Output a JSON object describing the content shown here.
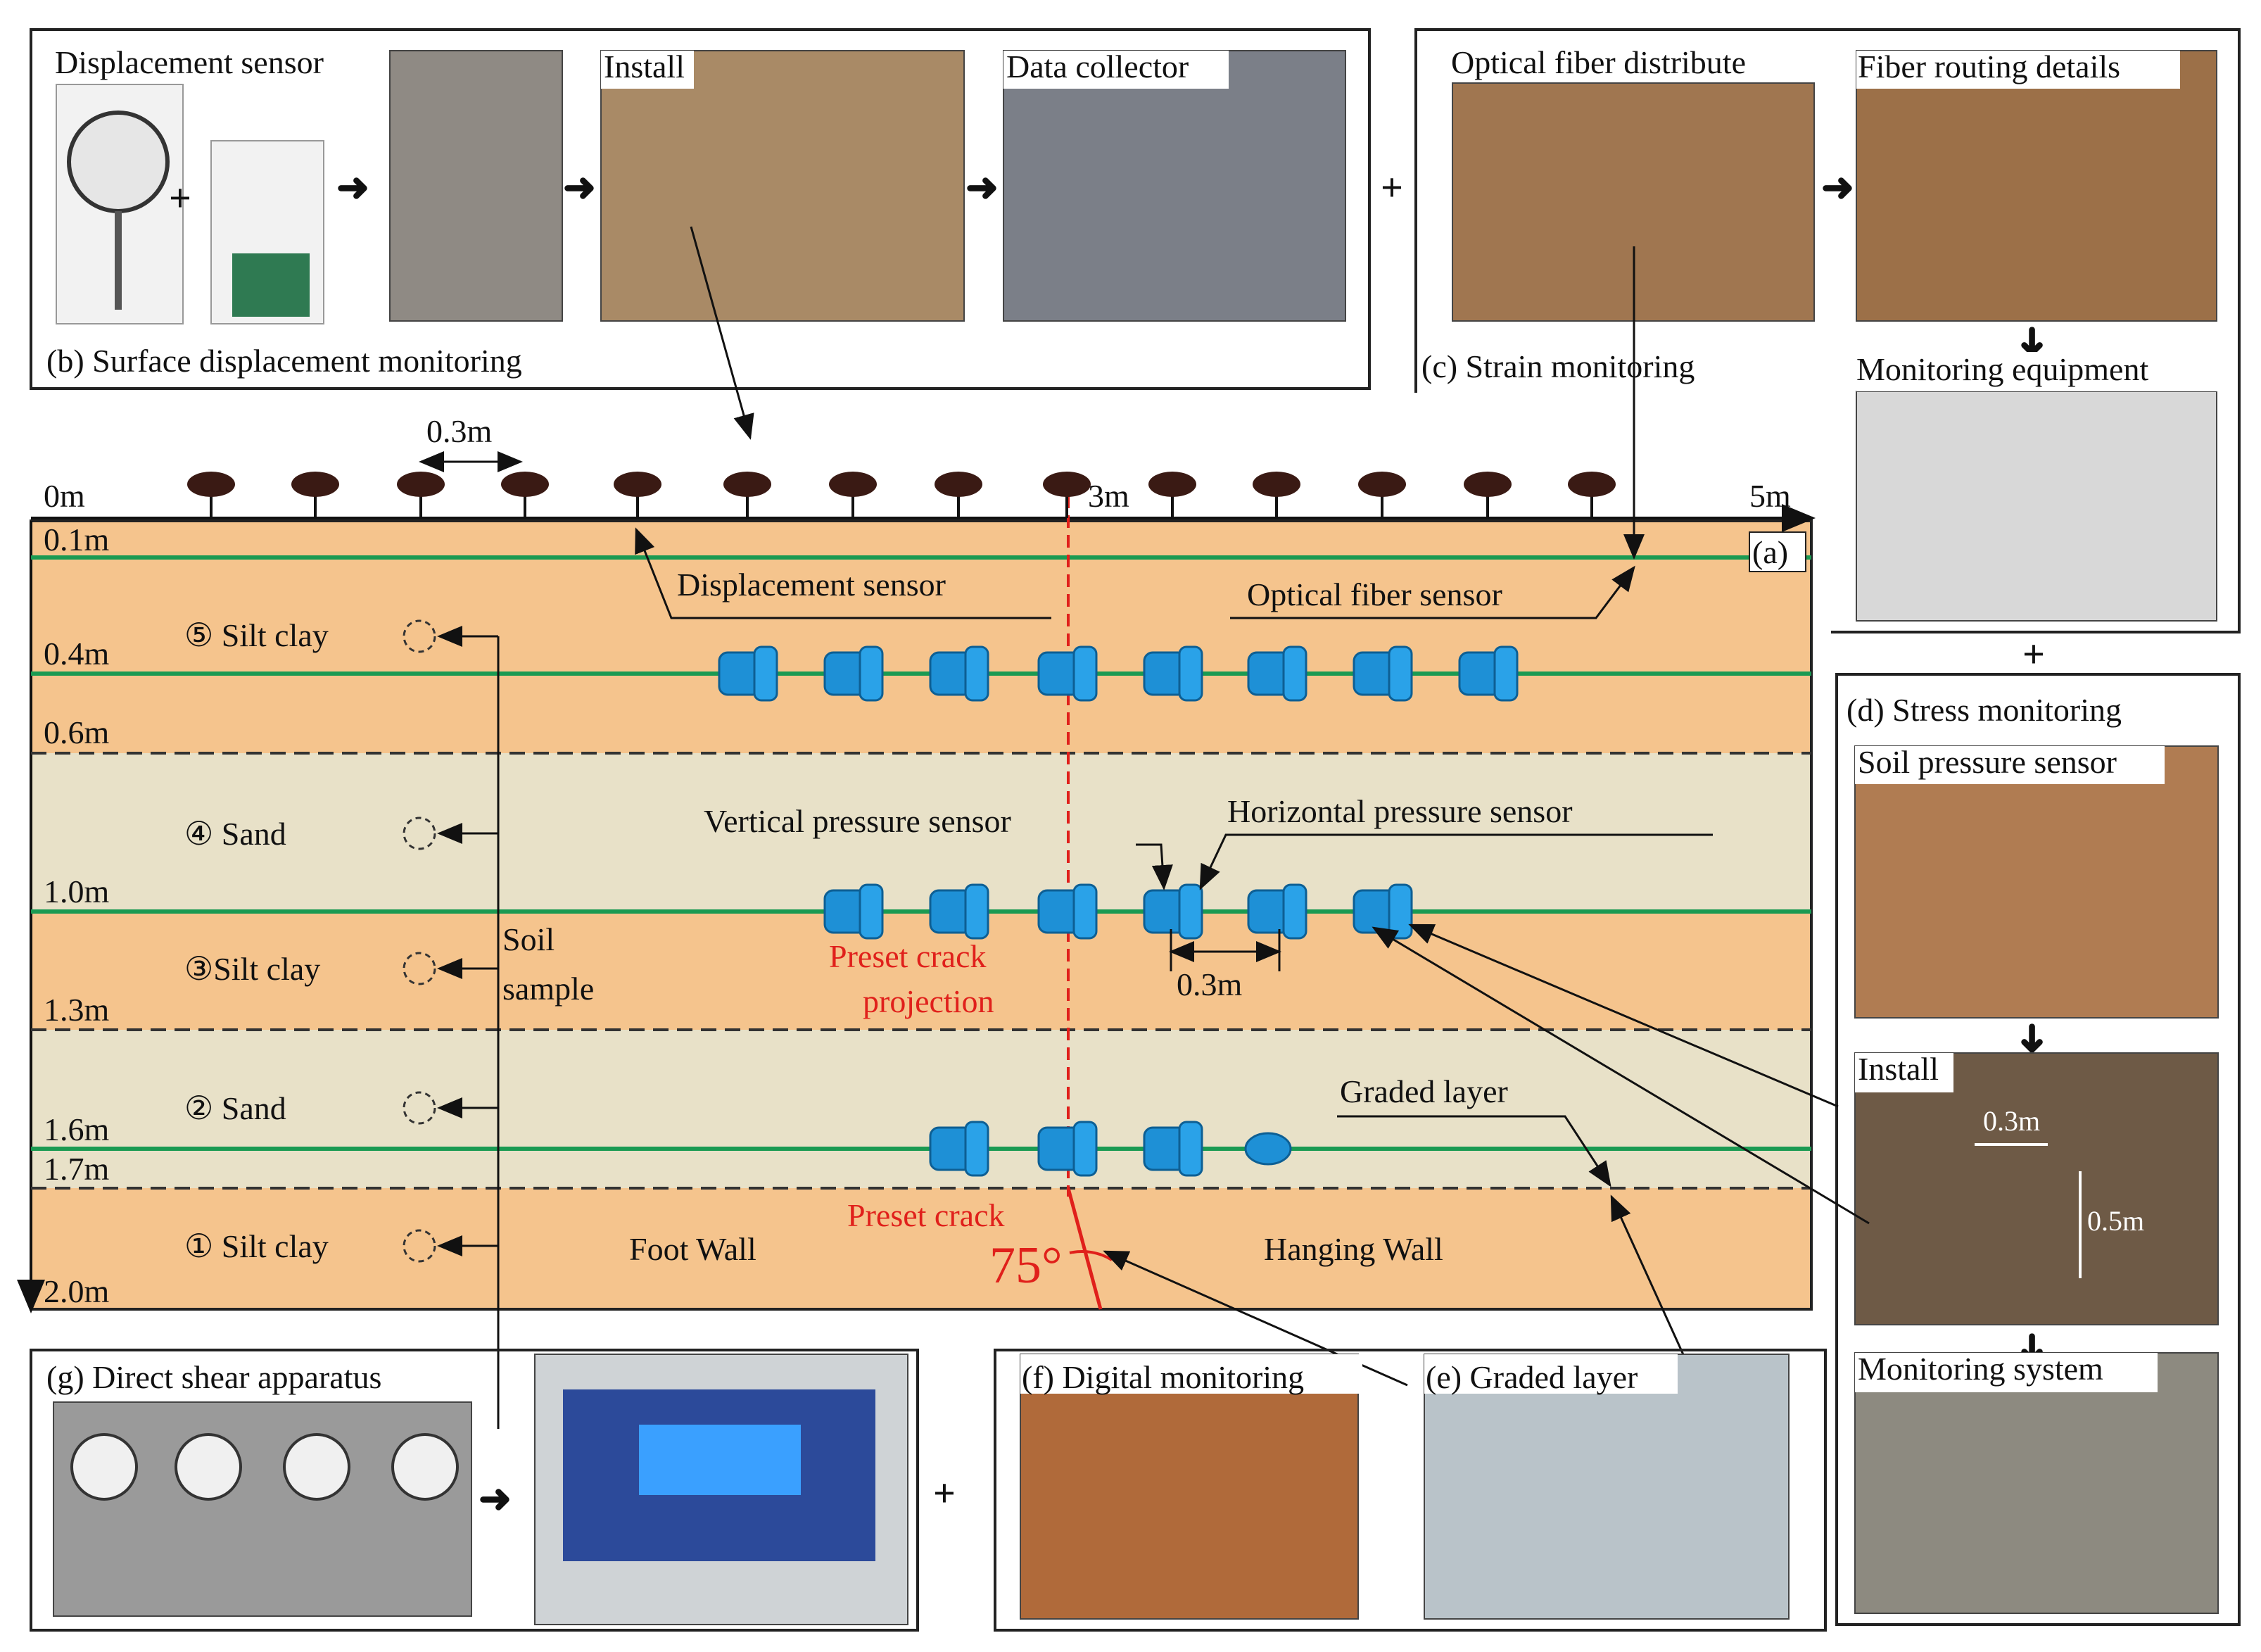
{
  "panel_a": {
    "tag": "(a)",
    "distance_labels": [
      "0m",
      "3m",
      "5m"
    ],
    "spacing_top": "0.3m",
    "depth_labels": [
      "0.1m",
      "0.4m",
      "0.6m",
      "1.0m",
      "1.3m",
      "1.6m",
      "1.7m",
      "2.0m"
    ],
    "layers": [
      "⑤ Silt clay",
      "④ Sand",
      "③Silt clay",
      "② Sand",
      "① Silt clay"
    ],
    "displacement_sensor": "Displacement sensor",
    "optical_fiber_sensor": "Optical fiber sensor",
    "vertical_pressure_sensor": "Vertical pressure sensor",
    "horizontal_pressure_sensor": "Horizontal pressure sensor",
    "preset_crack_projection_1": "Preset crack",
    "preset_crack_projection_2": "projection",
    "spacing_mid": "0.3m",
    "soil_sample_1": "Soil",
    "soil_sample_2": "sample",
    "graded_layer": "Graded layer",
    "preset_crack": "Preset crack",
    "angle": "75°",
    "foot_wall": "Foot Wall",
    "hanging_wall": "Hanging Wall",
    "colors": {
      "silt_clay": "#f5c48d",
      "sand": "#e8e1c8",
      "fiber": "#1a9a52",
      "sensor": "#1e90d6",
      "crack": "#e0201b"
    }
  },
  "panel_b": {
    "caption": "(b) Surface displacement monitoring",
    "photo_labels": [
      "Displacement sensor",
      "Install",
      "Data collector"
    ]
  },
  "panel_c": {
    "caption": "(c) Strain monitoring",
    "photo_labels": [
      "Optical fiber distribute",
      "Fiber routing details",
      "Monitoring equipment"
    ]
  },
  "panel_d": {
    "caption": "(d) Stress monitoring",
    "photo_labels": [
      "Soil pressure sensor",
      "Install",
      "Monitoring system"
    ],
    "install_dims": [
      "0.3m",
      "0.5m"
    ]
  },
  "panel_e": {
    "caption": "(e) Graded layer"
  },
  "panel_f": {
    "caption": "(f) Digital monitoring"
  },
  "panel_g": {
    "caption": "(g) Direct shear apparatus"
  },
  "connectors": {
    "plus": "+",
    "arrow": "➜"
  }
}
